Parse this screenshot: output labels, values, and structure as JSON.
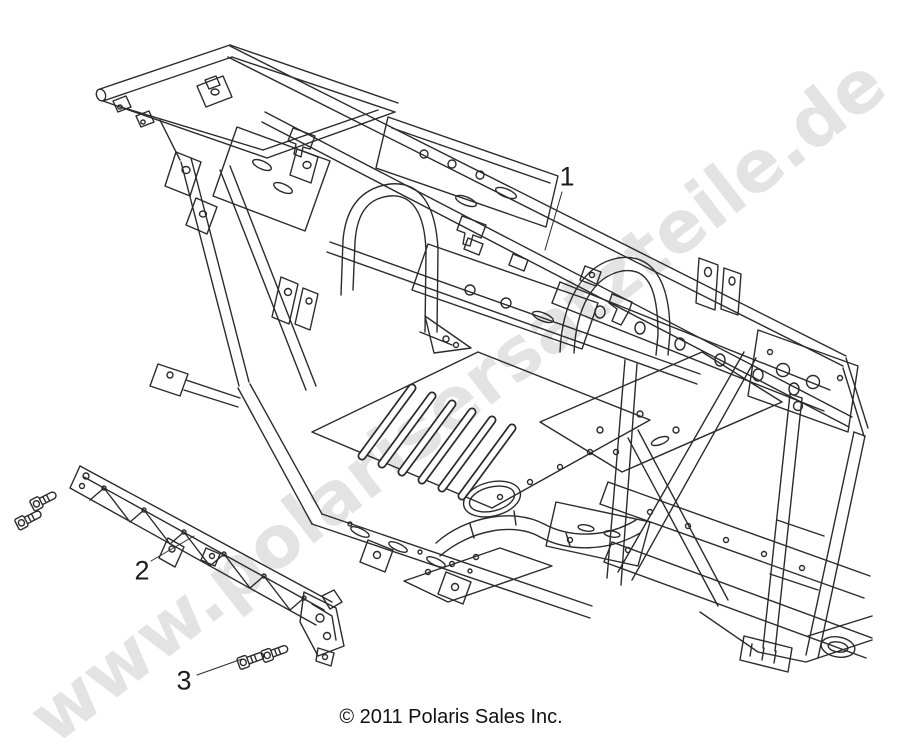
{
  "watermark": {
    "text": "www.polarisersatzteile.de",
    "color": "#e3e3e3"
  },
  "diagram": {
    "line_color": "#2b2b2b",
    "background": "#ffffff",
    "callouts": [
      {
        "label": "1"
      },
      {
        "label": "2"
      },
      {
        "label": "3"
      }
    ]
  },
  "footer": {
    "copyright": "© 2011 Polaris Sales Inc."
  }
}
